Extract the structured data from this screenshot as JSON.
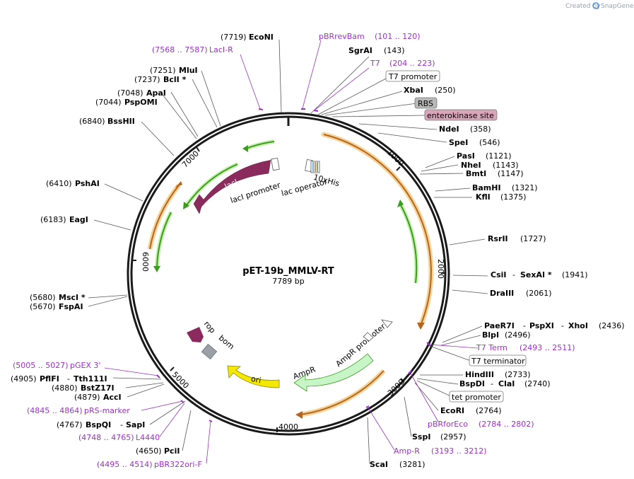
{
  "credit": "Created by",
  "brand": "SnapGene",
  "plasmid": {
    "name": "pET-19b_MMLV-RT",
    "size": "7789 bp"
  },
  "ticks": [
    "1000",
    "2000",
    "3000",
    "4000",
    "5000",
    "6000",
    "7000"
  ],
  "features": {
    "lacI": "lacI",
    "lacI_promoter": "lacI promoter",
    "lac_operator": "lac operator",
    "his": "10xHis",
    "rop": "rop",
    "bom": "bom",
    "ori": "ori",
    "ampr": "AmpR",
    "ampr_promoter": "AmpR promoter"
  },
  "boxed": {
    "t7_promoter": "T7 promoter",
    "rbs": "RBS",
    "enterokinase": "enterokinase site",
    "t7_terminator": "T7 terminator",
    "tet_promoter": "tet promoter"
  },
  "enzymes": {
    "econi": {
      "name": "EcoNI",
      "pos": "(7719)"
    },
    "sgrai": {
      "name": "SgrAI",
      "pos": "(143)"
    },
    "xbai": {
      "name": "XbaI",
      "pos": "(250)"
    },
    "ndei": {
      "name": "NdeI",
      "pos": "(358)"
    },
    "spei": {
      "name": "SpeI",
      "pos": "(546)"
    },
    "pasi": {
      "name": "PasI",
      "pos": "(1121)"
    },
    "nhei": {
      "name": "NheI",
      "pos": "(1143)"
    },
    "bmti": {
      "name": "BmtI",
      "pos": "(1147)"
    },
    "bamhi": {
      "name": "BamHI",
      "pos": "(1321)"
    },
    "kfli": {
      "name": "KflI",
      "pos": "(1375)"
    },
    "rsrii": {
      "name": "RsrII",
      "pos": "(1727)"
    },
    "csii": {
      "name": "CsiI",
      "name2": "SexAI *",
      "pos": "(1941)"
    },
    "draiii": {
      "name": "DraIII",
      "pos": "(2061)"
    },
    "paer7i": {
      "name": "PaeR7I",
      "name2": "PspXI",
      "name3": "XhoI",
      "pos": "(2436)"
    },
    "blpi": {
      "name": "BlpI",
      "pos": "(2496)"
    },
    "hindiii": {
      "name": "HindIII",
      "pos": "(2733)"
    },
    "bspdi": {
      "name": "BspDI",
      "name2": "ClaI",
      "pos": "(2740)"
    },
    "ecori": {
      "name": "EcoRI",
      "pos": "(2764)"
    },
    "sspi": {
      "name": "SspI",
      "pos": "(2957)"
    },
    "scai": {
      "name": "ScaI",
      "pos": "(3281)"
    },
    "pcii": {
      "name": "PciI",
      "pos": "(4650)"
    },
    "bspqi": {
      "name": "BspQI",
      "name2": "SapI",
      "pos": "(4767)"
    },
    "acci": {
      "name": "AccI",
      "pos": "(4879)"
    },
    "bstz17i": {
      "name": "BstZ17I",
      "pos": "(4880)"
    },
    "pflfi": {
      "name": "PflFI",
      "name2": "Tth111I",
      "pos": "(4905)"
    },
    "fspai": {
      "name": "FspAI",
      "pos": "(5670)"
    },
    "msci": {
      "name": "MscI *",
      "pos": "(5680)"
    },
    "eagi": {
      "name": "EagI",
      "pos": "(6183)"
    },
    "pshai": {
      "name": "PshAI",
      "pos": "(6410)"
    },
    "bsshii": {
      "name": "BssHII",
      "pos": "(6840)"
    },
    "pspomi": {
      "name": "PspOMI",
      "pos": "(7044)"
    },
    "apai": {
      "name": "ApaI",
      "pos": "(7048)"
    },
    "bcli": {
      "name": "BclI *",
      "pos": "(7237)"
    },
    "mlui": {
      "name": "MluI",
      "pos": "(7251)"
    }
  },
  "primers": {
    "pbrrevbam": {
      "name": "pBRrevBam",
      "range": "(101 .. 120)"
    },
    "t7": {
      "name": "T7",
      "range": "(204 .. 223)"
    },
    "laci_r": {
      "name": "LacI-R",
      "range": "(7568 .. 7587)"
    },
    "t7term": {
      "name": "T7 Term",
      "range": "(2493 .. 2511)"
    },
    "pbrforeco": {
      "name": "pBRforEco",
      "range": "(2784 .. 2802)"
    },
    "ampr": {
      "name": "Amp-R",
      "range": "(3193 .. 3212)"
    },
    "pgex3": {
      "name": "pGEX 3'",
      "range": "(5005 .. 5027)"
    },
    "prs": {
      "name": "pRS-marker",
      "range": "(4845 .. 4864)"
    },
    "l4440": {
      "name": "L4440",
      "range": "(4748 .. 4765)"
    },
    "pbr322ori": {
      "name": "pBR322ori-F",
      "range": "(4495 .. 4514)"
    }
  },
  "colors": {
    "backbone": "#1a1a1a",
    "primer": "#9b30c8",
    "laci": "#8b2a5c",
    "ori": "#f5e800",
    "ampr": "#c8f5c8",
    "orf": "#e8a33a",
    "green_orf": "#3c9c1f",
    "rbs": "#b8b8b8",
    "enterokinase": "#d9a5b9",
    "rop": "#8b2a5c",
    "bom": "#9aa0a6"
  }
}
